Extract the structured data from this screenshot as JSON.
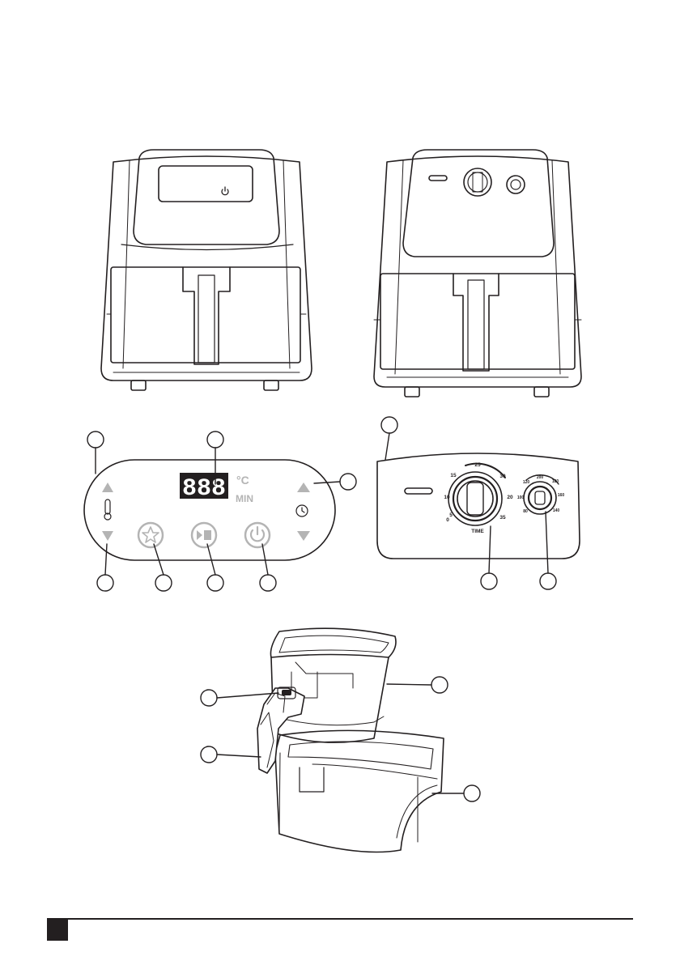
{
  "panel_display": {
    "digits": "888",
    "unit_celsius": "°C",
    "unit_min": "MIN"
  },
  "dial_scales": {
    "timer_marks": [
      "25",
      "30",
      "20",
      "35",
      "15",
      "10",
      "5",
      "0"
    ],
    "timer_label": "TIME",
    "temp_marks": [
      "200",
      "180",
      "160",
      "140",
      "120",
      "100",
      "80"
    ]
  },
  "callout_circles": 14
}
